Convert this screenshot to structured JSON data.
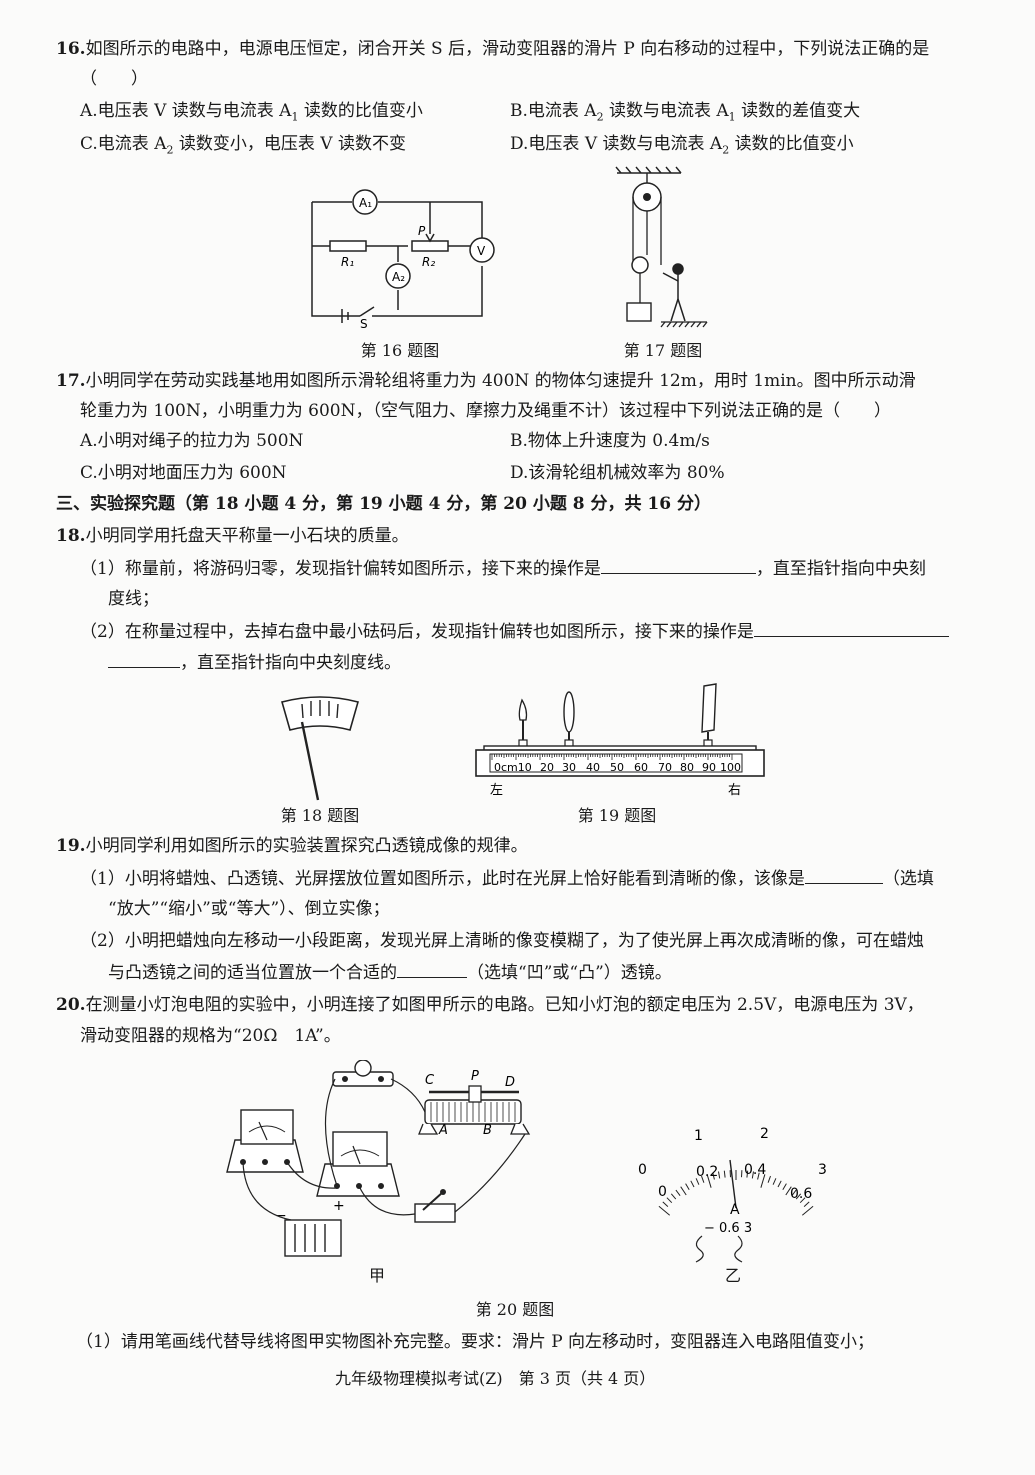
{
  "q16": {
    "num": "16.",
    "stem": "如图所示的电路中，电源电压恒定，闭合开关 S 后，滑动变阻器的滑片 P 向右移动的过程中，下列说法正确的是",
    "paren": "（　　）",
    "a_pre": "A.电压表 V 读数与电流表 A",
    "a_sub": "1",
    "a_post": " 读数的比值变小",
    "b_pre": "B.电流表 A",
    "b_sub1": "2",
    "b_mid": " 读数与电流表 A",
    "b_sub2": "1",
    "b_post": " 读数的差值变大",
    "c_pre": "C.电流表 A",
    "c_sub": "2",
    "c_post": " 读数变小，电压表 V 读数不变",
    "d_pre": "D.电压表 V 读数与电流表 A",
    "d_sub": "2",
    "d_post": " 读数的比值变小"
  },
  "fig16": {
    "caption": "第 16 题图",
    "A1": "A₁",
    "A2": "A₂",
    "V": "V",
    "R1": "R₁",
    "R2": "R₂",
    "P": "P",
    "S": "S"
  },
  "fig17": {
    "caption": "第 17 题图"
  },
  "q17": {
    "num": "17.",
    "line1": "小明同学在劳动实践基地用如图所示滑轮组将重力为 400N 的物体匀速提升 12m，用时 1min。图中所示动滑",
    "line2": "轮重力为 100N，小明重力为 600N，（空气阻力、摩擦力及绳重不计）该过程中下列说法正确的是（　　）",
    "a": "A.小明对绳子的拉力为 500N",
    "b": "B.物体上升速度为 0.4m/s",
    "c": "C.小明对地面压力为 600N",
    "d": "D.该滑轮组机械效率为 80%"
  },
  "section3": "三、实验探究题（第 18 小题 4 分，第 19 小题 4 分，第 20 小题 8 分，共 16 分）",
  "q18": {
    "num": "18.",
    "stem": "小明同学用托盘天平称量一小石块的质量。",
    "p1a": "（1）称量前，将游码归零，发现指针偏转如图所示，接下来的操作是",
    "p1b": "，直至指针指向中央刻",
    "p1c": "度线；",
    "p2a": "（2）在称量过程中，去掉右盘中最小砝码后，发现指针偏转也如图所示，接下来的操作是",
    "p2b": "，直至指针指向中央刻度线。"
  },
  "fig18": {
    "caption": "第 18 题图"
  },
  "fig19": {
    "caption": "第 19 题图",
    "left": "左",
    "right": "右",
    "ticks": [
      "0cm10",
      "20",
      "30",
      "40",
      "50",
      "60",
      "70",
      "80",
      "90",
      "100"
    ]
  },
  "q19": {
    "num": "19.",
    "stem": "小明同学利用如图所示的实验装置探究凸透镜成像的规律。",
    "p1a": "（1）小明将蜡烛、凸透镜、光屏摆放位置如图所示，此时在光屏上恰好能看到清晰的像，该像是",
    "p1b": "（选填",
    "p1c": "“放大”“缩小”或“等大”）、倒立实像；",
    "p2a": "（2）小明把蜡烛向左移动一小段距离，发现光屏上清晰的像变模糊了，为了使光屏上再次成清晰的像，可在蜡烛",
    "p2b": "与凸透镜之间的适当位置放一个合适的",
    "p2c": "（选填“凹”或“凸”）透镜。"
  },
  "q20": {
    "num": "20.",
    "line1": "在测量小灯泡电阻的实验中，小明连接了如图甲所示的电路。已知小灯泡的额定电压为 2.5V，电源电压为 3V，",
    "line2": "滑动变阻器的规格为“20Ω　1A”。",
    "p1": "（1）请用笔画线代替导线将图甲实物图补充完整。要求：滑片 P 向左移动时，变阻器连入电路阻值变小；"
  },
  "fig20": {
    "caption": "第 20 题图",
    "jia": "甲",
    "yi": "乙",
    "C": "C",
    "P": "P",
    "D": "D",
    "A": "A",
    "B": "B",
    "plus": "+",
    "minus": "−",
    "meter_outer": [
      "0",
      "1",
      "2",
      "3"
    ],
    "meter_inner": [
      "0",
      "0.2",
      "0.4",
      "0.6"
    ],
    "meter_unit": "A",
    "meter_terms": "− 0.6 3"
  },
  "footer": "九年级物理模拟考试(Z)　第 3 页（共 4 页）"
}
